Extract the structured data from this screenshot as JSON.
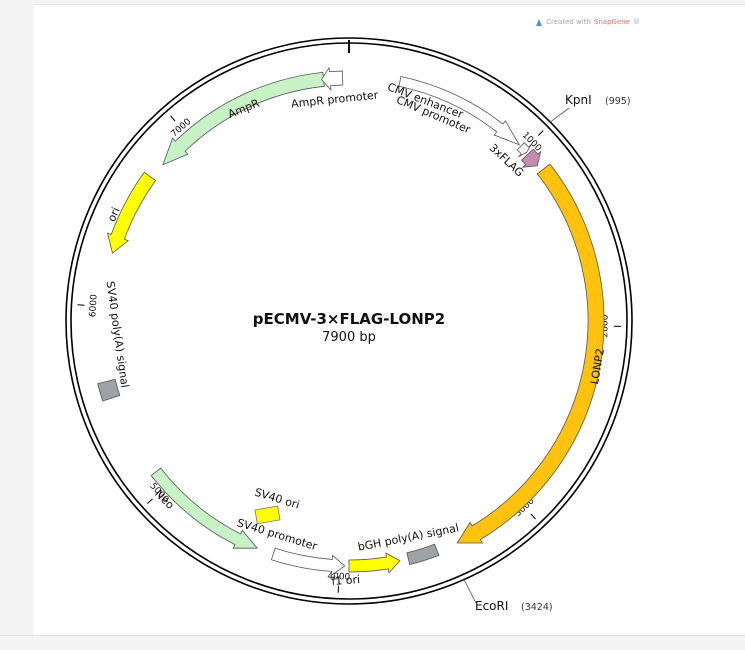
{
  "credit": {
    "prefix": "Created with ",
    "brand": "SnapGene",
    "suffix": "®",
    "icon": "snapgene-logo-icon"
  },
  "plasmid": {
    "name": "pECMV-3×FLAG-LONP2",
    "size": "7900 bp"
  },
  "ticks": [
    {
      "label": "1000",
      "bp": 1000
    },
    {
      "label": "2000",
      "bp": 2000
    },
    {
      "label": "3000",
      "bp": 3000
    },
    {
      "label": "4000",
      "bp": 4000
    },
    {
      "label": "5000",
      "bp": 5000
    },
    {
      "label": "6000",
      "bp": 6000
    },
    {
      "label": "7000",
      "bp": 7000
    }
  ],
  "sites": [
    {
      "name": "KpnI",
      "pos_label": "(995)",
      "bp": 995
    },
    {
      "name": "EcoRI",
      "pos_label": "(3424)",
      "bp": 3424
    }
  ],
  "features": [
    {
      "label": "CMV enhancer",
      "color": "#ffffff"
    },
    {
      "label": "CMV promoter",
      "color": "#ffffff"
    },
    {
      "label": "3xFLAG",
      "color": "#c58bb4"
    },
    {
      "label": "LONP2",
      "color": "#ffc20e"
    },
    {
      "label": "bGH poly(A) signal",
      "color": "#9ea3a8"
    },
    {
      "label": "f1 ori",
      "color": "#ffff00"
    },
    {
      "label": "SV40 promoter",
      "color": "#ffffff"
    },
    {
      "label": "SV40 ori",
      "color": "#ffff00"
    },
    {
      "label": "Neo",
      "color": "#c6f2c6"
    },
    {
      "label": "SV40 poly(A) signal",
      "color": "#9ea3a8"
    },
    {
      "label": "ori",
      "color": "#ffff00"
    },
    {
      "label": "AmpR",
      "color": "#c6f2c6"
    },
    {
      "label": "AmpR promoter",
      "color": "#ffffff"
    }
  ]
}
